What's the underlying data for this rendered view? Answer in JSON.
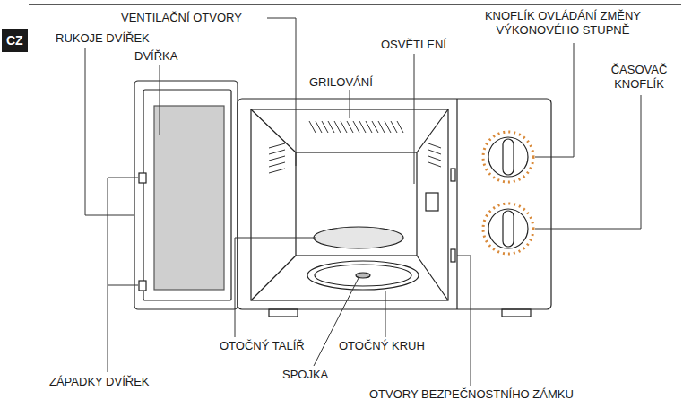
{
  "diagram": {
    "nodes": [
      {
        "text": [
          "CZ"
        ]
      }
    ],
    "labels": [
      "VENTILAČNÍ OTVORY",
      "RUKOJE DVÍŘEK",
      "DVÍŘKA",
      "GRILOVÁNÍ",
      "OSVĚTLENÍ",
      "KNOFLÍK OVLÁDÁNÍ ZMĚNY VÝKONOVÉHO STUPNĚ",
      "ČASOVAČ KNOFLÍK",
      "OTOČNÝ TALÍŘ",
      "OTOČNÝ KRUH",
      "ZÁPADKY DVÍŘEK",
      "SPOJKA",
      "OTVORY BEZPEČNOSTNÍHO ZÁMKU"
    ]
  }
}
